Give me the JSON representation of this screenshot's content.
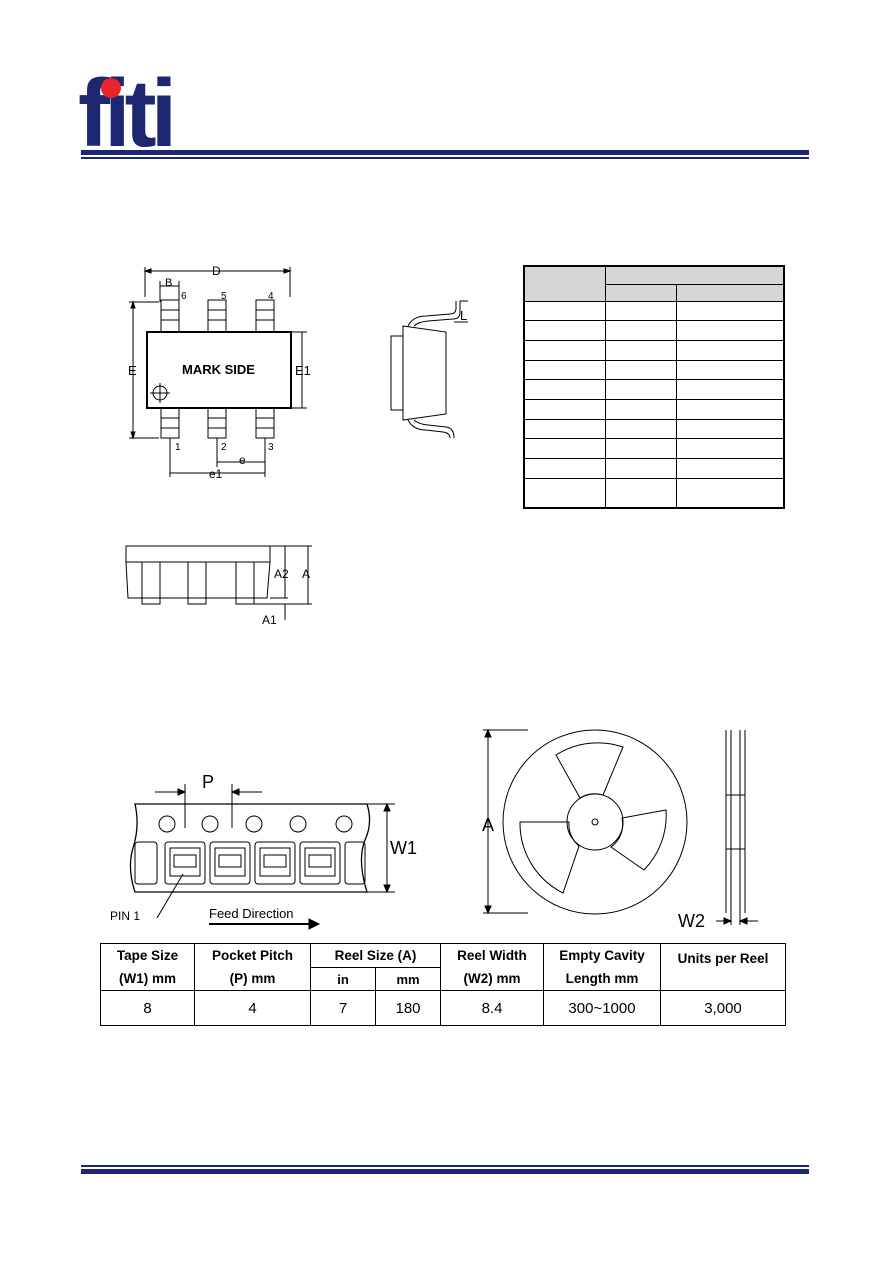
{
  "logo": {
    "text": "fiti",
    "dot_color": "#e8232a",
    "letter_color": "#1d2670"
  },
  "colors": {
    "rule": "#1d2670"
  },
  "package_drawing": {
    "mark_side": "MARK SIDE",
    "dims": {
      "D": "D",
      "B": "B",
      "E": "E",
      "E1": "E1",
      "e": "e",
      "e1": "e1",
      "L": "L",
      "A": "A",
      "A2": "A2",
      "A1": "A1"
    },
    "pins": {
      "p1": "1",
      "p2": "2",
      "p3": "3",
      "p4": "4",
      "p5": "5",
      "p6": "6"
    }
  },
  "tape_drawing": {
    "pitch_label": "P",
    "width_label": "W1",
    "pin1_label": "PIN 1",
    "feed_label": "Feed Direction"
  },
  "reel_drawing": {
    "diameter_label": "A",
    "width_label": "W2"
  },
  "tape_table": {
    "headers": {
      "tape_size_1": "Tape Size",
      "tape_size_2": "(W1) mm",
      "pocket_1": "Pocket Pitch",
      "pocket_2": "(P) mm",
      "reel_size": "Reel Size (A)",
      "reel_in": "in",
      "reel_mm": "mm",
      "reel_width_1": "Reel Width",
      "reel_width_2": "(W2) mm",
      "cavity_1": "Empty Cavity",
      "cavity_2": "Length  mm",
      "units": "Units per Reel"
    },
    "row": {
      "tape_size": "8",
      "pocket_pitch": "4",
      "reel_in": "7",
      "reel_mm": "180",
      "reel_width": "8.4",
      "cavity": "300~1000",
      "units": "3,000"
    }
  }
}
